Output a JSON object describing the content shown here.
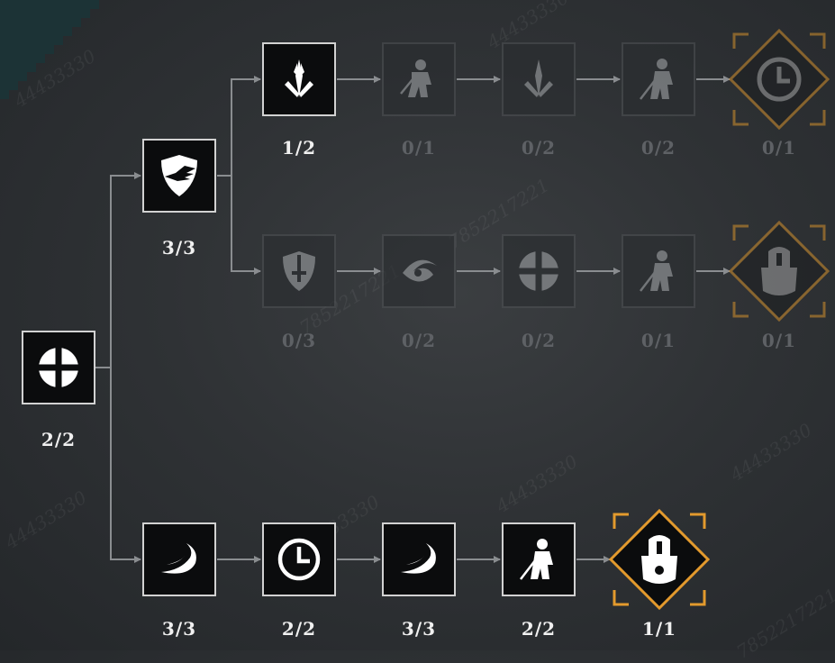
{
  "watermarks": {
    "a": "44433330",
    "b": "7852217221"
  },
  "colors": {
    "active_border": "#d2d2d2",
    "inactive_border": "#4c4f52",
    "capstone_orange": "#e39a2d",
    "line": "#8a8d90"
  },
  "skill_tree": {
    "root": {
      "icon": "cross-emblem-icon",
      "count": "2/2",
      "active": true
    },
    "shield_branch": {
      "node": {
        "icon": "wing-shield-icon",
        "count": "3/3",
        "active": true
      },
      "row1": [
        {
          "icon": "spike-burst-icon",
          "count": "1/2",
          "active": true
        },
        {
          "icon": "crouching-warrior-icon",
          "count": "0/1",
          "active": false
        },
        {
          "icon": "spike-burst-icon",
          "count": "0/2",
          "active": false
        },
        {
          "icon": "knight-sword-icon",
          "count": "0/2",
          "active": false
        },
        {
          "icon": "clock-icon",
          "count": "0/1",
          "active": false,
          "capstone": true
        }
      ],
      "row2": [
        {
          "icon": "sword-shield-icon",
          "count": "0/3",
          "active": false
        },
        {
          "icon": "slash-eye-icon",
          "count": "0/2",
          "active": false
        },
        {
          "icon": "cross-emblem-icon",
          "count": "0/2",
          "active": false
        },
        {
          "icon": "knight-sword-icon",
          "count": "0/1",
          "active": false
        },
        {
          "icon": "helmet-armor-icon",
          "count": "0/1",
          "active": false,
          "capstone": true
        }
      ]
    },
    "row3": [
      {
        "icon": "triple-slash-icon",
        "count": "3/3",
        "active": true
      },
      {
        "icon": "clock-icon",
        "count": "2/2",
        "active": true
      },
      {
        "icon": "triple-slash-icon",
        "count": "3/3",
        "active": true
      },
      {
        "icon": "knight-sword-icon",
        "count": "2/2",
        "active": true
      },
      {
        "icon": "helmet-armor-icon",
        "count": "1/1",
        "active": true,
        "capstone": true
      }
    ]
  }
}
